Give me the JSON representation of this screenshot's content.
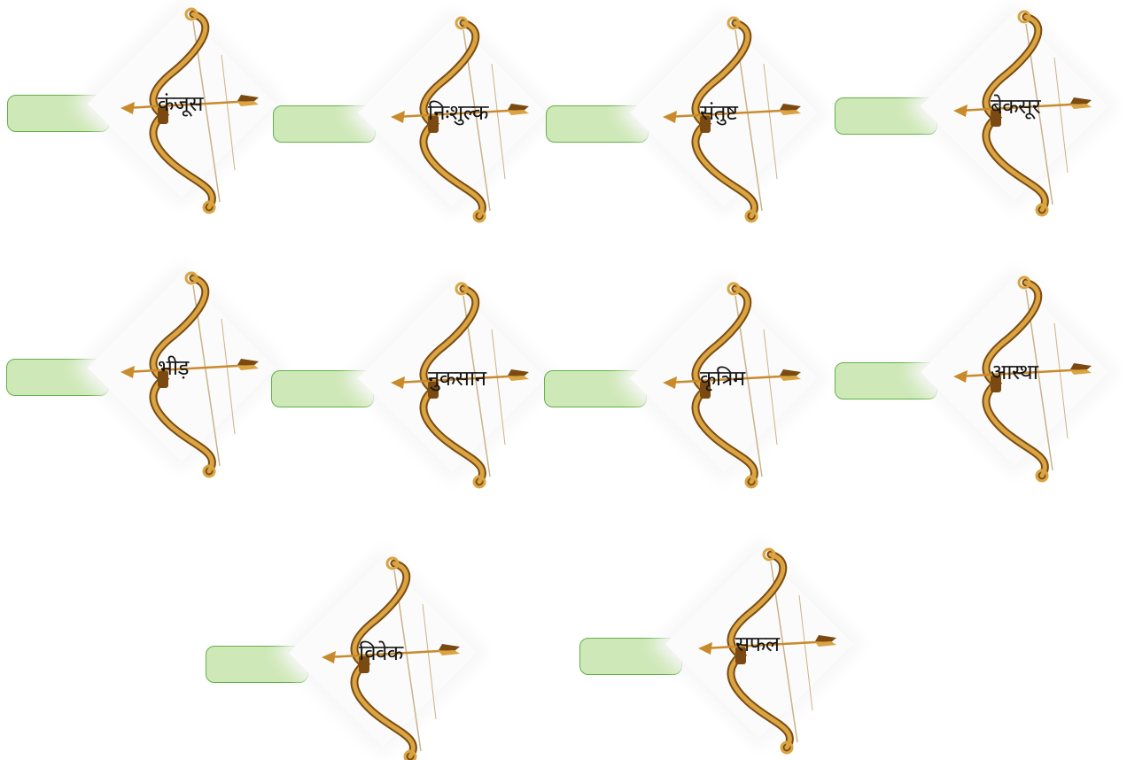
{
  "colors": {
    "answer_fill": "#cfe8b8",
    "answer_border": "#5fb245",
    "bow_gold": "#d9a441",
    "bow_dark": "#7a4a12",
    "string": "#c9b38a",
    "arrow_shaft": "#c98a2c",
    "word_text": "#141414"
  },
  "icon": "bow-and-arrow-icon",
  "exercise": {
    "items": [
      {
        "word": "कंजूस"
      },
      {
        "word": "निःशुल्क"
      },
      {
        "word": "संतुष्ट"
      },
      {
        "word": "बेकसूर"
      },
      {
        "word": "भीड़"
      },
      {
        "word": "नुकसान"
      },
      {
        "word": "कृत्रिम"
      },
      {
        "word": "आस्था"
      },
      {
        "word": "विवेक"
      },
      {
        "word": "सफल"
      }
    ]
  }
}
